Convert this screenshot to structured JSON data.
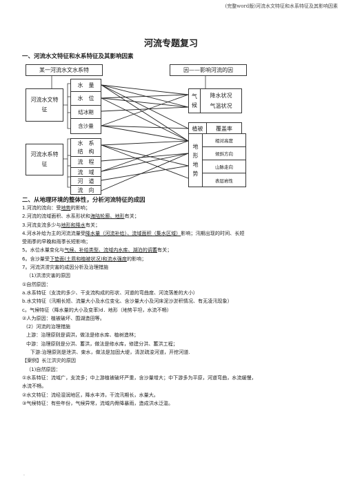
{
  "header_note": "(完整word版)河流水文特征和水系特征及其影响因素",
  "title": "河流专题复习",
  "section1": "一、河流水文特征和水系特征及其影响因素",
  "diagram": {
    "left_header": "某一河流水文水系特",
    "right_header": "因——影响河流的因",
    "hydro_group": "河流水文特征",
    "hydro_items": [
      "水　量",
      "水　位",
      "结冰期",
      "含沙量"
    ],
    "system_group": "河流水系特征",
    "system_items": [
      "水　系结　构",
      "流　程",
      "流　域",
      "河　道",
      "流　向"
    ],
    "climate_label": "气候",
    "climate_items": [
      "降水状况",
      "气温状况"
    ],
    "vegetation_label": "植被",
    "vegetation_item": "覆盖率",
    "terrain_label": "地形地势",
    "terrain_items": [
      "相对高度",
      "倾斜方向",
      "山脉走向",
      "表层岩性"
    ]
  },
  "section2": "二、从地理环境的整体性，分析河流特征的成因",
  "lines": {
    "l1_a": "1.河流的流向：受",
    "l1_u": "地势",
    "l1_b": "的影响；",
    "l2_a": "2.河流的流域面积、水系形状和",
    "l2_u": "海陆轮廓、地形",
    "l2_b": "有关；",
    "l3_a": "3.河流支流多少与",
    "l3_u": "地形和降水",
    "l3_b": "有关；",
    "l4_a": "4.河水补给为主的河流流量受",
    "l4_u": "降水量（河流补给）、流域面积（集水区域）",
    "l4_b": "影响；汛期出现的时间、长短",
    "l4_c": "受雨季的早晚和雨季长短影响；",
    "l5_a": "5。水位水量变化与",
    "l5_u": "气候、补给类型、流域内水库、湖泊的调蓄",
    "l5_b": "有关；",
    "l6_a": "6。含沙量受",
    "l6_u": "下垫面(土质和植被状况)和流水强度",
    "l6_b": "的影响；",
    "l7": "7。河流洪涝灾害的成因分析及治理措施",
    "l8": "（1)洪涝灾害的原因",
    "l9": "①自然原因：",
    "l10": "a.水系特征（支流的多少、干支流构成的形状、河道的弯曲度、河流落差的大小）",
    "l11": "b.水文特征（汛期长短、流量大小及水位变化、含沙量大小及河床泥沙淤积情况、有无凌汛现象）",
    "l12": "c。气候特征（降水量的大小及变率)d．地形（地势平坦，水流不畅）",
    "l13": "②人为原因：植被破坏、围湖造田等。",
    "l14": "(2）河流的治理措施",
    "l15": "上游：治理原则是调洪，做法是修水库、植树造林；",
    "l16": "中游：治理原则是分洪、蓄洪，做法是修水库，修建分洪、蓄洪工程；",
    "l17": "下游:治理原则是泄洪、束水，做法是加固大堤，清淤疏浚河道，开挖河道.",
    "l18": "【案例】长江洪灾的原因",
    "l19": "（1)自然原因：",
    "l20": "①水系特征：流域广，支流多；中上游植被破坏严重，含沙量增大；中下游多为平原，河道弯曲，水流缓慢，",
    "l20b": "水流不畅。",
    "l21": "②水文特征：流经湿润地区，降水丰沛，干流汛期长，水量大。",
    "l22": "③气候特征：有些年份，气候异常，流域内骨降暴雨，造成洪水泛滥。"
  },
  "footer_dot": "."
}
